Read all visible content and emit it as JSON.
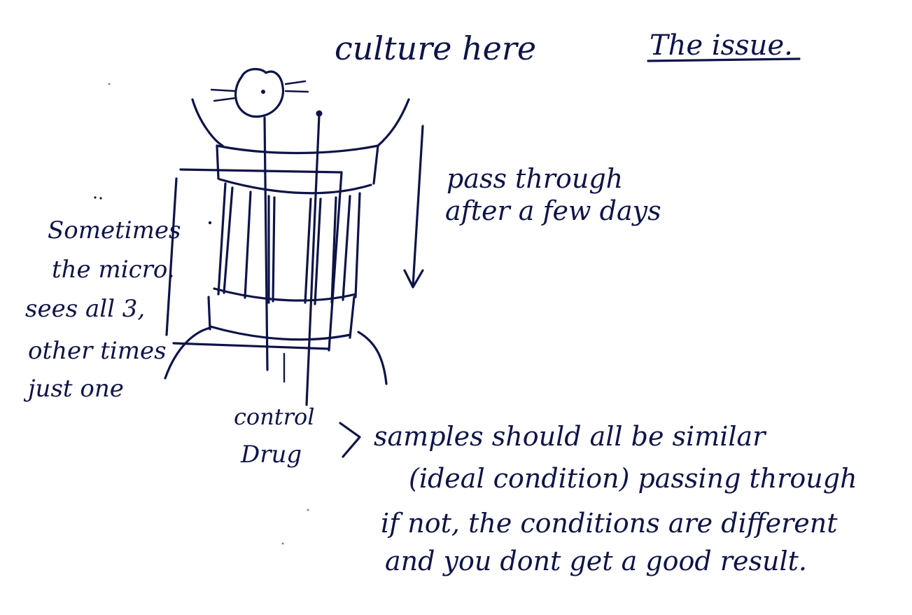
{
  "ink_color": "#0e1447",
  "paper_color": "#ffffff",
  "labels": {
    "culture": "culture here",
    "issue": "The issue.",
    "pass_line1": "pass through",
    "pass_line2": "after a few days",
    "left_line1": "Sometimes",
    "left_line2": "the micro.",
    "left_line3": "sees all 3,",
    "left_line4": "other times",
    "left_line5": "just one",
    "control": "control",
    "drug": "Drug",
    "bracket": ">",
    "note_line1": "samples should all be similar",
    "note_line2": "(ideal condition) passing through",
    "note_line3": "if not, the conditions are different",
    "note_line4": "and you dont get a good result."
  },
  "icons": {
    "cell": "cell-face-icon",
    "arrow": "down-arrow-icon"
  }
}
